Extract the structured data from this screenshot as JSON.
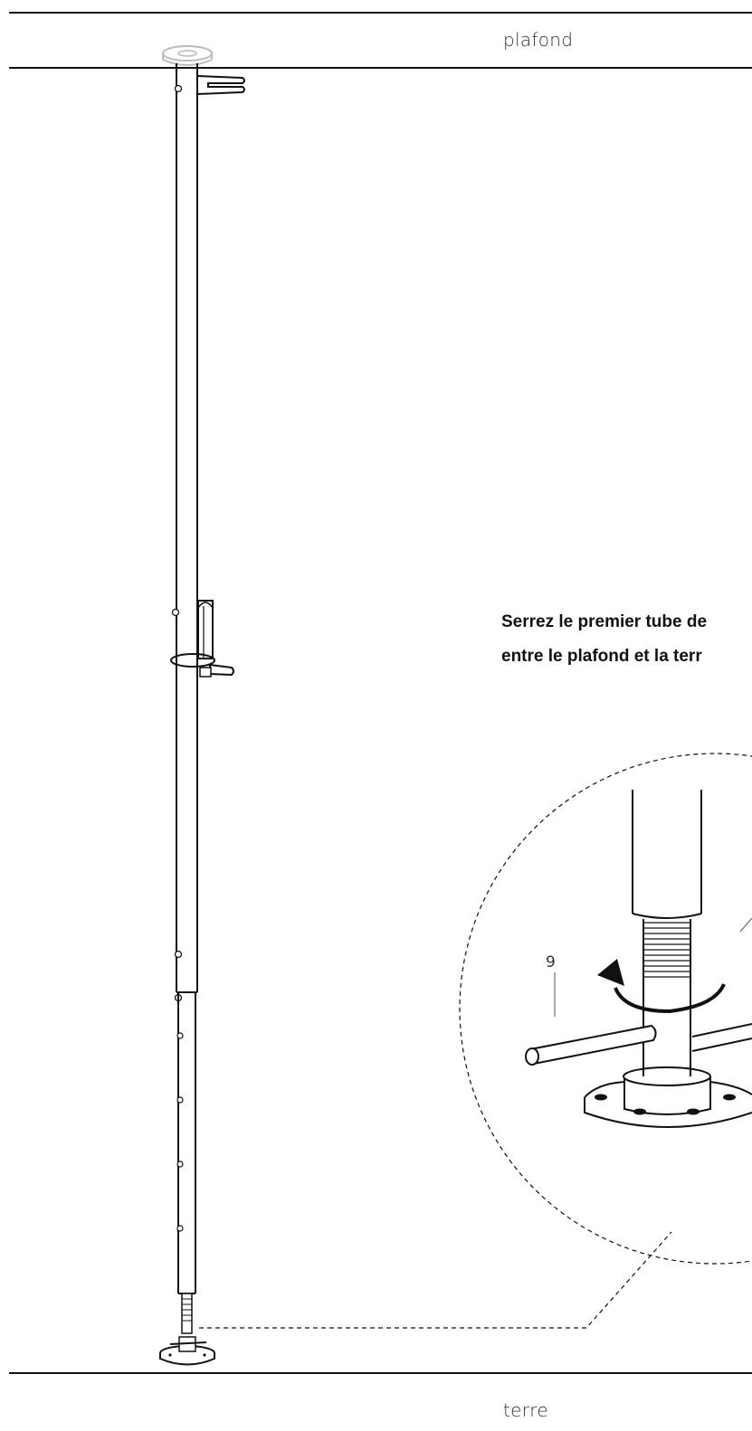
{
  "labels": {
    "ceiling": "plafond",
    "floor": "terre"
  },
  "instruction": {
    "line1": "Serrez le premier tube de",
    "line2": "entre le plafond et la terr"
  },
  "callouts": {
    "part_number": "9"
  },
  "icons": [
    "rotation-arrow-icon"
  ]
}
